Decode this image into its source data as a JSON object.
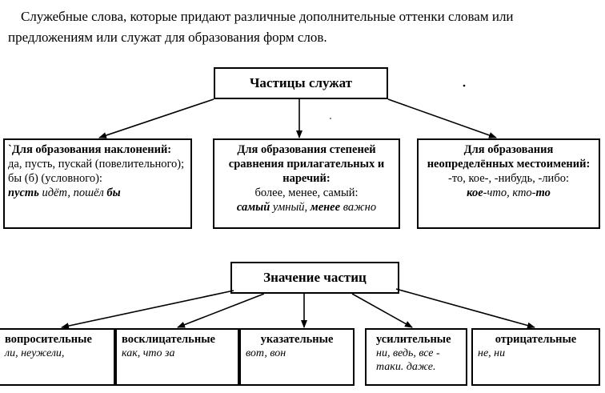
{
  "intro": "Служебные слова, которые придают различные дополнительные оттенки словам или предложениям или служат для образования форм слов.",
  "top": {
    "title": "Частицы служат",
    "boxes": [
      {
        "lead": "`Для образования наклонений:",
        "text": " да, пусть, пускай (повелительного); бы (б) (условного):",
        "ex1": "пусть",
        "ex2": " идёт, пошёл ",
        "ex3": "бы"
      },
      {
        "lead": "Для образования степеней сравнения прилагательных и наречий:",
        "text": "более, менее, самый:",
        "ex1": "самый",
        "ex2": " умный, ",
        "ex3": "менее",
        "ex4": " важно"
      },
      {
        "lead": "Для образования неопределённых местоимений:",
        "text": " -то, кое-, -нибудь, -либо:",
        "ex1": "кое",
        "ex2": "-что, кто-",
        "ex3": "то"
      }
    ]
  },
  "bottom": {
    "title": "Значение частиц",
    "boxes": [
      {
        "name": "вопросительные",
        "examples": "ли, неужели,"
      },
      {
        "name": "восклицательные",
        "examples": "как, что за"
      },
      {
        "name": "указательные",
        "examples": "вот, вон"
      },
      {
        "name": "усилительные",
        "examples": "ни, ведь, все - таки. даже."
      },
      {
        "name": "отрицательные",
        "examples": "не, ни"
      }
    ]
  }
}
